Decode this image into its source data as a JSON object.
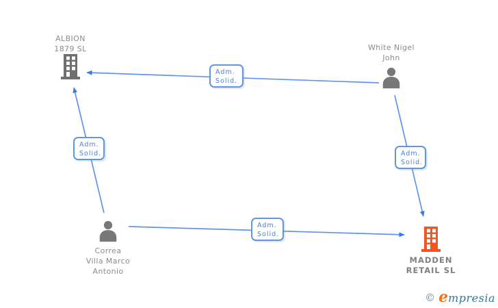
{
  "diagram_type": "corporate-relations-graph",
  "nodes": {
    "albion": {
      "line1": "ALBION",
      "line2": "1879 SL",
      "type": "company"
    },
    "white": {
      "line1": "White Nigel",
      "line2": "John",
      "type": "person"
    },
    "correa": {
      "line1": "Correa",
      "line2": "Villa Marco",
      "line3": "Antonio",
      "type": "person"
    },
    "madden": {
      "line1": "MADDEN",
      "line2": "RETAIL SL",
      "type": "company"
    }
  },
  "edges": [
    {
      "from": "white",
      "to": "albion",
      "label": "Adm. Solid."
    },
    {
      "from": "correa",
      "to": "albion",
      "label": "Adm. Solid."
    },
    {
      "from": "correa",
      "to": "madden",
      "label": "Adm. Solid."
    },
    {
      "from": "white",
      "to": "madden",
      "label": "Adm. Solid."
    }
  ],
  "edge_labels": {
    "top": {
      "line1": "Adm.",
      "line2": "Solid."
    },
    "left": {
      "line1": "Adm.",
      "line2": "Solid."
    },
    "bottom": {
      "line1": "Adm.",
      "line2": "Solid."
    },
    "right": {
      "line1": "Adm.",
      "line2": "Solid."
    }
  },
  "footer": {
    "copyright": "©",
    "brand_initial": "e",
    "brand_rest": "mpresia"
  },
  "colors": {
    "edge_line": "#5f93ee",
    "edge_arrow": "#3a7ae0",
    "label_border": "#5e96e0",
    "label_text": "#4b7ed2",
    "node_text": "#8b8b8b",
    "company_gray": "#6f6f6f",
    "company_orange": "#f4541e",
    "person_gray": "#787878",
    "brand_orange": "#ee7420",
    "brand_teal": "#2e7795"
  }
}
